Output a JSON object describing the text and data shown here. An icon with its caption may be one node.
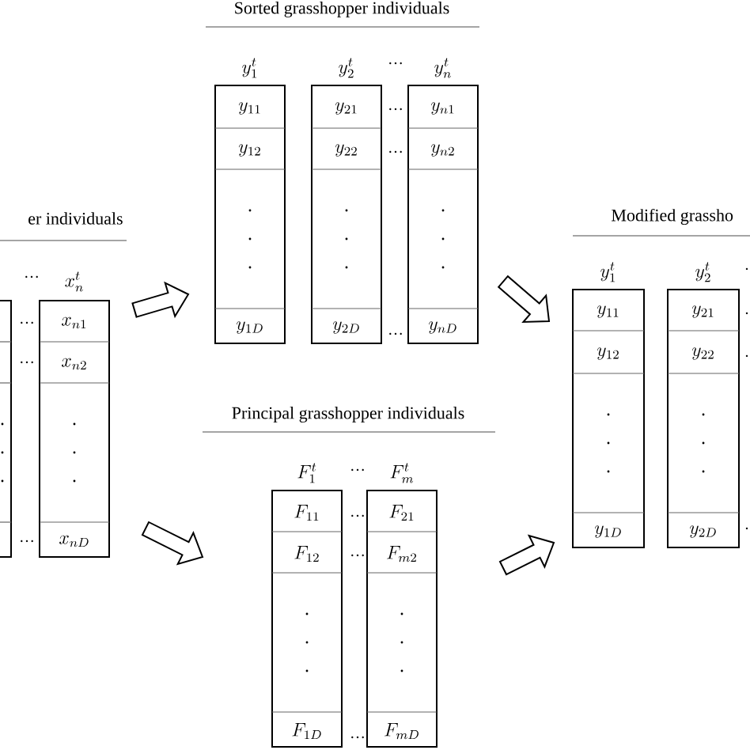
{
  "diagram": {
    "nodes": [
      {
        "text": [],
        "shape": "box"
      },
      {
        "text": [
          "x_n^t",
          "x_{n1}",
          "x_{n2}",
          "x_{nD}"
        ]
      },
      {
        "text": [
          "y_1^t",
          "y_{11}",
          "y_{12}",
          "y_{1D}"
        ]
      },
      {
        "text": [
          "y_2^t",
          "y_{21}",
          "y_{22}",
          "y_{2D}"
        ]
      },
      {
        "text": [
          "y_n^t",
          "y_{n1}",
          "y_{n2}",
          "y_{nD}"
        ]
      },
      {
        "text": [
          "F_1^t",
          "F_{11}",
          "F_{12}",
          "F_{1D}"
        ]
      },
      {
        "text": [
          "F_m^t",
          "F_{21}",
          "F_{m2}",
          "F_{mD}"
        ]
      },
      {
        "text": [
          "y_1^t",
          "y_{11}",
          "y_{12}",
          "y_{1D}"
        ]
      },
      {
        "text": [
          "y_2^t",
          "y_{21}",
          "y_{22}",
          "y_{2D}"
        ]
      }
    ],
    "edges": [
      {
        "from": 1,
        "to": 2,
        "arrow": "to"
      },
      {
        "from": 1,
        "to": 5,
        "arrow": "to"
      },
      {
        "from": 4,
        "to": 7,
        "arrow": "to"
      },
      {
        "from": 6,
        "to": 7,
        "arrow": "to"
      }
    ],
    "labels": [
      "Sorted grasshopper individuals",
      "er individuals",
      "Modified grassho",
      "Principal grasshopper individuals",
      "…",
      "…",
      "…",
      "…",
      "…",
      "…",
      "…",
      "…",
      "…",
      "…",
      "…",
      "…",
      ".",
      ".",
      ".",
      "."
    ]
  }
}
